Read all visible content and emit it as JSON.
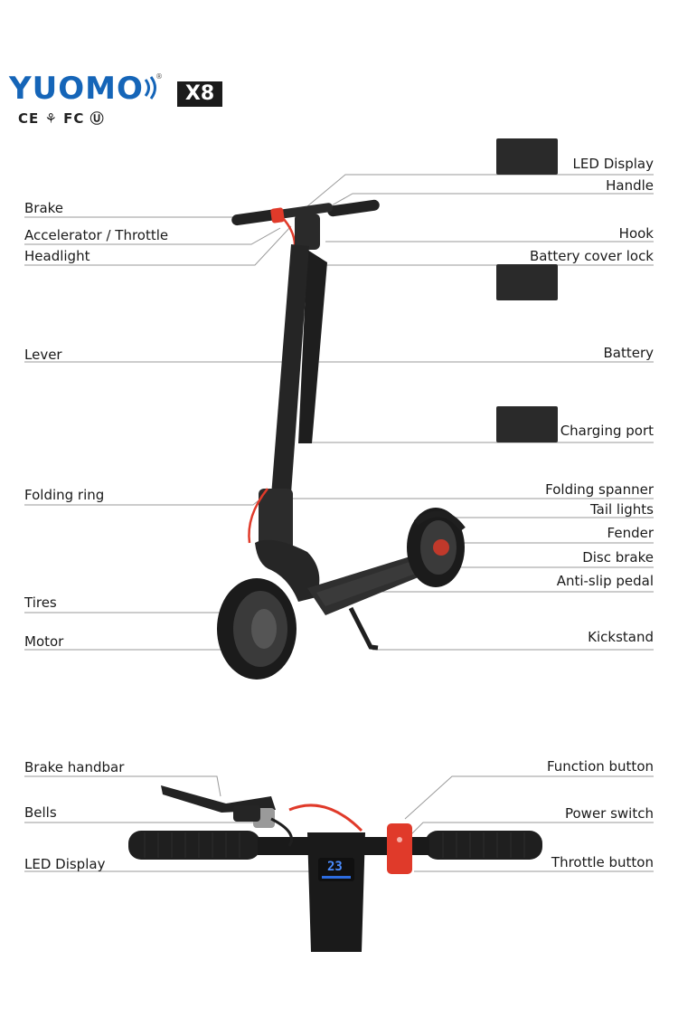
{
  "brand": {
    "name": "YUOMO",
    "registered": "®",
    "model": "X8",
    "certifications": "CE ⚘ FC Ⓤ"
  },
  "colors": {
    "brand_blue": "#1565b8",
    "accent_red": "#e03a2a",
    "body_black": "#222222",
    "line_gray": "#9a9a9a"
  },
  "labels_left": {
    "brake": "Brake",
    "accelerator": "Accelerator / Throttle",
    "headlight": "Headlight",
    "lever": "Lever",
    "folding_ring": "Folding ring",
    "tires": "Tires",
    "motor": "Motor"
  },
  "labels_right": {
    "led_display": "LED Display",
    "handle": "Handle",
    "hook": "Hook",
    "battery_cover_lock": "Battery cover lock",
    "battery": "Battery",
    "charging_port": "Charging port",
    "folding_spanner": "Folding spanner",
    "tail_lights": "Tail lights",
    "fender": "Fender",
    "disc_brake": "Disc brake",
    "anti_slip_pedal": "Anti-slip pedal",
    "kickstand": "Kickstand"
  },
  "handlebar_left": {
    "brake_handbar": "Brake handbar",
    "bells": "Bells",
    "led_display": "LED Display"
  },
  "handlebar_right": {
    "function_button": "Function button",
    "power_switch": "Power switch",
    "throttle_button": "Throttle button"
  },
  "display_reading": "23"
}
